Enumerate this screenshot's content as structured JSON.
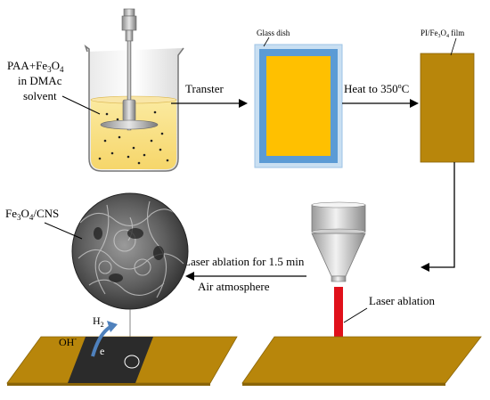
{
  "labels": {
    "paa_fe3o4": "PAA+Fe",
    "paa_fe3o4_sub": "3",
    "paa_fe3o4_tail": "O",
    "paa_fe3o4_sub2": "4",
    "in_dmac": "in DMAc",
    "solvent": "solvent",
    "transfer": "Transter",
    "glass_dish": "Glass dish",
    "heat": "Heat to 350",
    "heat_sup": "o",
    "heat_unit": "C",
    "pi_film_a": "PI/Fe",
    "pi_film_sub1": "3",
    "pi_film_b": "O",
    "pi_film_sub2": "4",
    "pi_film_c": " film",
    "cns_a": "Fe",
    "cns_sub1": "3",
    "cns_b": "O",
    "cns_sub2": "4",
    "cns_c": "/CNS",
    "laser_line1": "Laser ablation for 1.5 min",
    "laser_line2": "Air atmosphere",
    "laser_ablation": "Laser ablation",
    "h2_a": "H",
    "h2_sub": "2",
    "oh_a": "OH",
    "oh_sup": "-",
    "electron": "e"
  },
  "colors": {
    "gold": "#ffc000",
    "film_brown": "#b8860b",
    "glass_blue": "#9dc3e6",
    "laser_red": "#e0101a",
    "carbon_black": "#2b2b2b",
    "arrow_blue": "#4f81bd"
  }
}
